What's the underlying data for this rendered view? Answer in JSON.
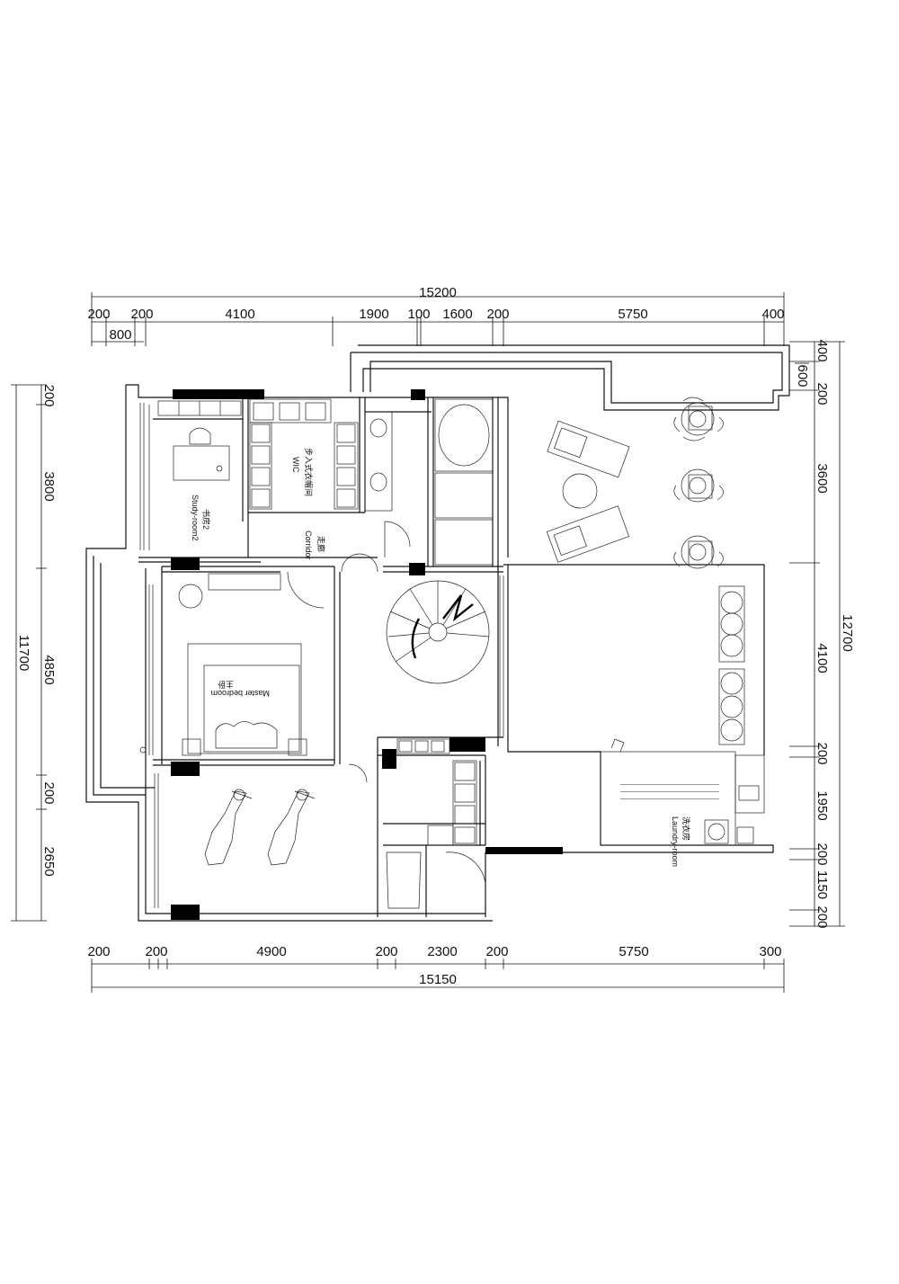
{
  "dimensions": {
    "top_total": "15200",
    "top_row": [
      "200",
      "200",
      "4100",
      "1900",
      "100",
      "1600",
      "200",
      "5750",
      "400"
    ],
    "top_sub": "800",
    "bottom_row": [
      "200",
      "200",
      "4900",
      "200",
      "2300",
      "200",
      "5750",
      "300"
    ],
    "bottom_total": "15150",
    "left_total": "11700",
    "left_row": [
      "200",
      "3800",
      "4850",
      "200",
      "2650"
    ],
    "right_total": "12700",
    "right_row": [
      "400",
      "200",
      "600",
      "3600",
      "4100",
      "200",
      "1950",
      "200",
      "1150",
      "200"
    ]
  },
  "rooms": {
    "study": {
      "cn": "书房2",
      "en": "Study-room2"
    },
    "wic": {
      "cn": "步入式衣帽间",
      "en": "WIC"
    },
    "corridor": {
      "cn": "走廊",
      "en": "Corridor"
    },
    "master": {
      "cn": "主卧",
      "en": "Master bedroom"
    },
    "laundry": {
      "cn": "洗衣房",
      "en": "Laundry-room"
    }
  }
}
